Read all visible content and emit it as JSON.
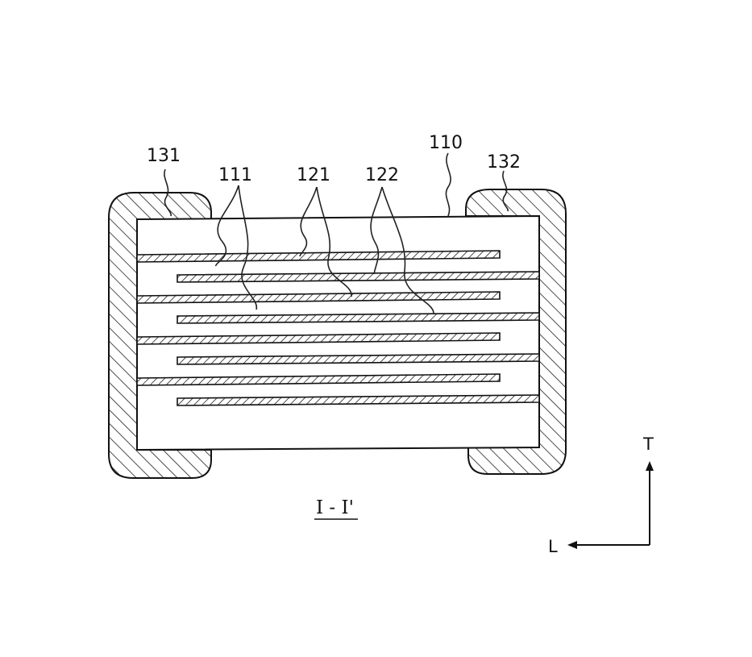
{
  "labels": {
    "ceramic_body": "110",
    "internal_electrode_layers": "111",
    "first_internal_electrode": "121",
    "second_internal_electrode": "122",
    "first_external_electrode": "131",
    "second_external_electrode": "132"
  },
  "caption": "I - I'",
  "axes": {
    "vertical": "T",
    "horizontal": "L"
  }
}
